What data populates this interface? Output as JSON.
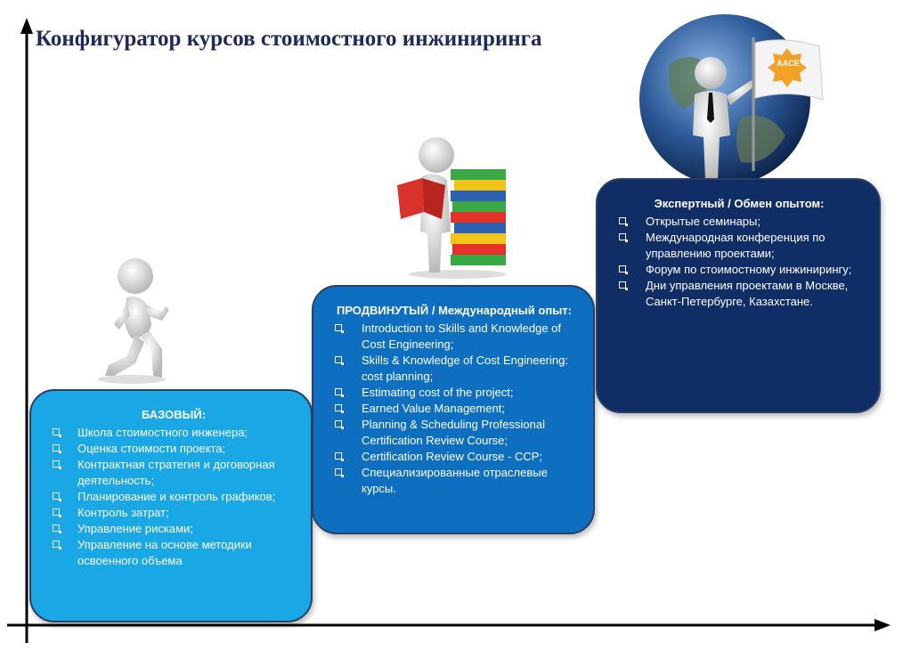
{
  "title": "Конфигуратор курсов стоимостного инжиниринга",
  "badge": "AACE",
  "levels": {
    "basic": {
      "header": "БАЗОВЫЙ:",
      "items": [
        "Школа стоимостного инженера;",
        "Оценка стоимости проекта;",
        "Контрактная стратегия и договорная деятельность;",
        "Планирование и контроль графиков;",
        "Контроль затрат;",
        "Управление рисками;",
        "Управление на основе методики освоенного объема"
      ]
    },
    "advanced": {
      "header": "ПРОДВИНУТЫЙ / Международный опыт:",
      "items": [
        "Introduction to Skills and Knowledge of Cost Engineering;",
        "Skills & Knowledge of Cost Engineering: cost planning;",
        "Estimating cost of the project;",
        "Earned Value Management;",
        "Planning & Scheduling Professional Certification Review Course;",
        "Certification Review Course - CCP;",
        "Специализированные отраслевые курсы."
      ]
    },
    "expert": {
      "header": "Экспертный / Обмен опытом:",
      "items": [
        "Открытые семинары;",
        "Международная конференция по управлению проектами;",
        "Форум по стоимостному инжинирингу;",
        "Дни управления проектами в Москве, Санкт-Петербурге, Казахстане."
      ]
    }
  },
  "colors": {
    "basic": "#1aa7e6",
    "advanced": "#0e6fc1",
    "expert": "#102d66",
    "title": "#1f2a5a"
  }
}
